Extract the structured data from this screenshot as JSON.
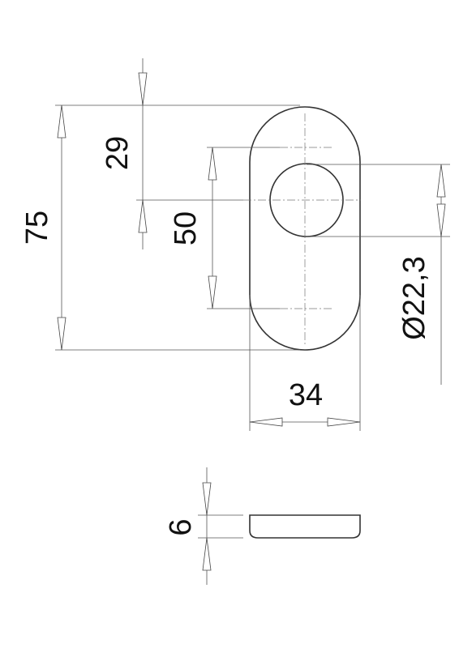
{
  "drawing": {
    "dimensions": {
      "overall_height": "75",
      "top_to_center": "29",
      "center_spacing": "50",
      "width": "34",
      "hole_diameter": "Ø22,3",
      "thickness": "6"
    }
  }
}
